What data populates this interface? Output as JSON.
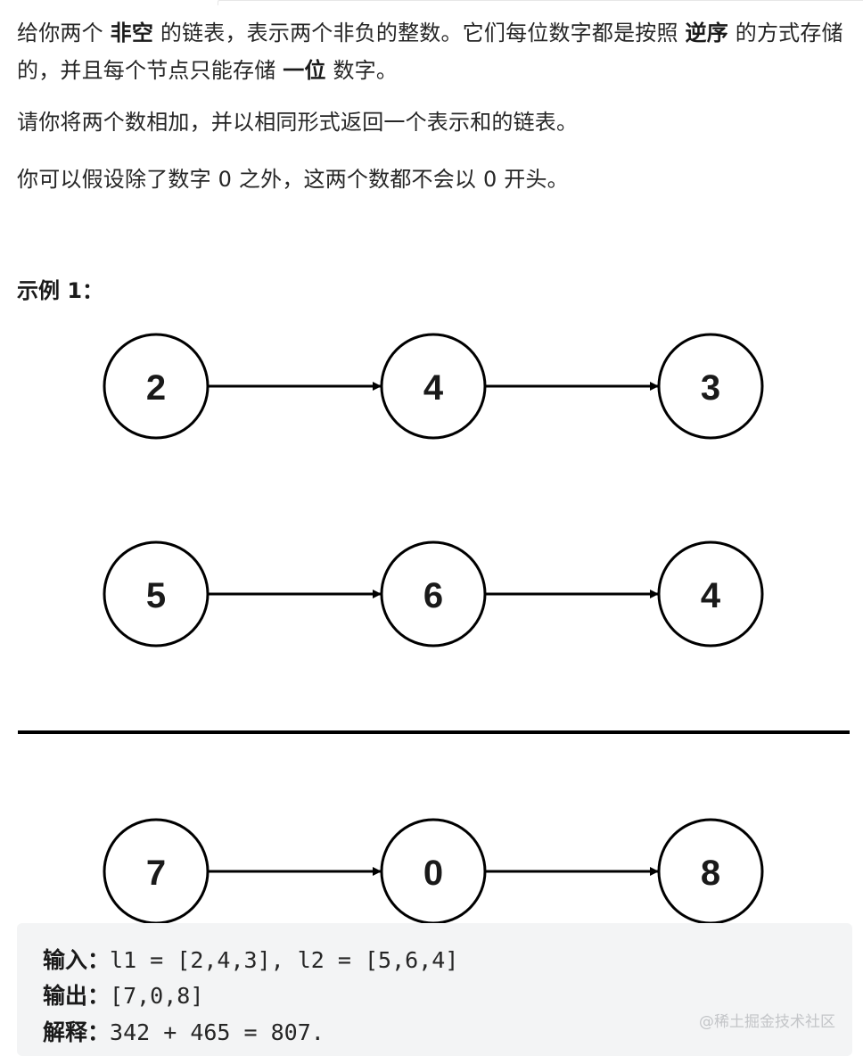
{
  "problem": {
    "paragraph1": [
      {
        "text": "给你两个 ",
        "bold": false
      },
      {
        "text": "非空",
        "bold": true
      },
      {
        "text": " 的链表，表示两个非负的整数。它们每位数字都是按照 ",
        "bold": false
      },
      {
        "text": "逆序",
        "bold": true
      },
      {
        "text": " 的方式存储的，并且每个节点只能存储 ",
        "bold": false
      },
      {
        "text": "一位",
        "bold": true
      },
      {
        "text": " 数字。",
        "bold": false
      }
    ],
    "paragraph2": "请你将两个数相加，并以相同形式返回一个表示和的链表。",
    "paragraph3": "你可以假设除了数字 0 之外，这两个数都不会以 0 开头。"
  },
  "example": {
    "title": "示例 1：",
    "lists": [
      {
        "nodes": [
          "2",
          "4",
          "3"
        ]
      },
      {
        "nodes": [
          "5",
          "6",
          "4"
        ]
      },
      {
        "nodes": [
          "7",
          "0",
          "8"
        ]
      }
    ],
    "code": {
      "input_label": "输入：",
      "input_value": "l1 = [2,4,3], l2 = [5,6,4]",
      "output_label": "输出：",
      "output_value": "[7,0,8]",
      "explain_label": "解释：",
      "explain_value": "342 + 465 = 807."
    }
  },
  "watermark": "@稀土掘金技术社区",
  "colors": {
    "text": "#262626",
    "code_background": "#f3f4f5",
    "watermark": "#c3c5c8",
    "diagram_stroke": "#000000"
  }
}
